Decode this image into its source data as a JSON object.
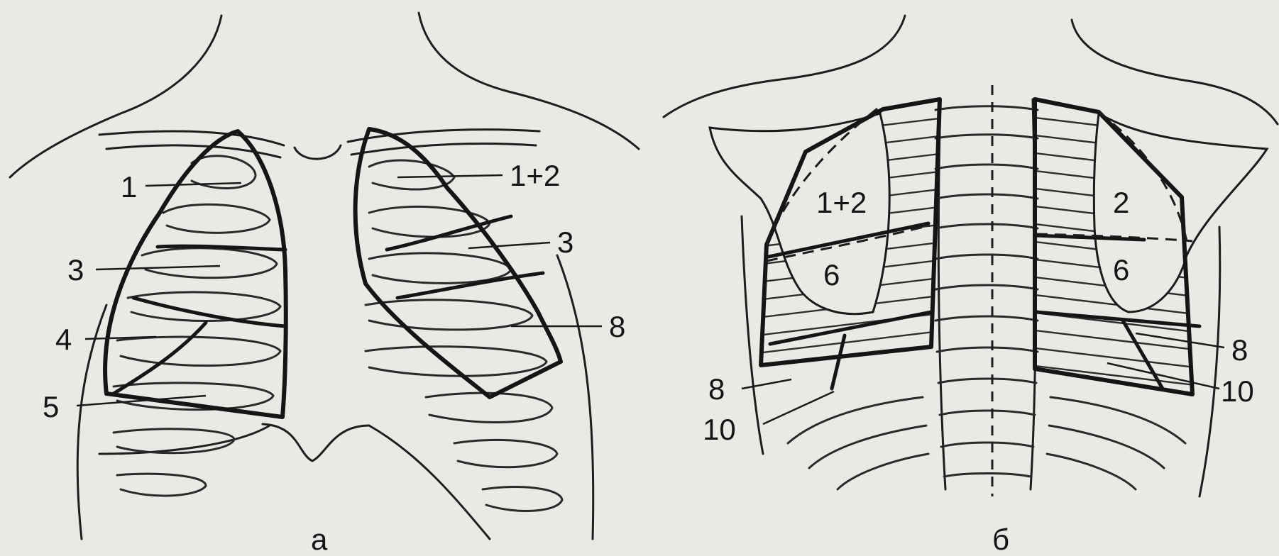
{
  "panels": {
    "front": {
      "caption": "а",
      "labels": {
        "right_1": "1",
        "right_3": "3",
        "right_4": "4",
        "right_5": "5",
        "left_1_2": "1+2",
        "left_3": "3",
        "left_8": "8"
      }
    },
    "back": {
      "caption": "б",
      "labels": {
        "left_1_2": "1+2",
        "left_6": "6",
        "left_8": "8",
        "left_10": "10",
        "right_2": "2",
        "right_6": "6",
        "right_8": "8",
        "right_10": "10"
      }
    }
  }
}
